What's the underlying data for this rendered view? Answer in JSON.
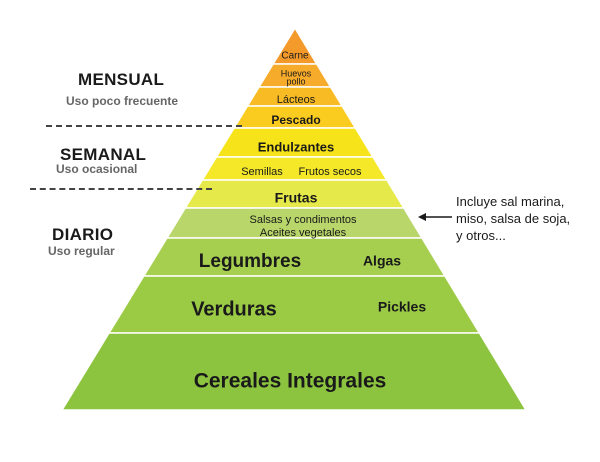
{
  "frequency": {
    "monthly": {
      "title": "MENSUAL",
      "subtitle": "Uso poco frecuente"
    },
    "weekly": {
      "title": "SEMANAL",
      "subtitle": "Uso ocasional"
    },
    "daily": {
      "title": "DIARIO",
      "subtitle": "Uso regular"
    }
  },
  "note": {
    "lines": [
      "Incluye sal marina,",
      "miso, salsa de soja,",
      "y otros..."
    ]
  },
  "tiers": [
    {
      "id": "carne",
      "color": "#f39a2b",
      "labels": [
        "Carne"
      ]
    },
    {
      "id": "huevos",
      "color": "#f6ab2a",
      "labels": [
        "Huevos",
        "pollo"
      ]
    },
    {
      "id": "lacteos",
      "color": "#f8bb24",
      "labels": [
        "Lácteos"
      ]
    },
    {
      "id": "pescado",
      "color": "#fbcc20",
      "labels": [
        "Pescado"
      ]
    },
    {
      "id": "endulzantes",
      "color": "#f7e31a",
      "labels": [
        "Endulzantes"
      ]
    },
    {
      "id": "semillas",
      "color": "#f4e829",
      "labels": [
        "Semillas",
        "Frutos secos"
      ]
    },
    {
      "id": "frutas",
      "color": "#e6e94a",
      "labels": [
        "Frutas"
      ]
    },
    {
      "id": "salsas",
      "color": "#b8d66a",
      "labels": [
        "Salsas y condimentos",
        "Aceites vegetales"
      ]
    },
    {
      "id": "legumbres",
      "color": "#a6cf50",
      "labels": [
        "Legumbres",
        "Algas"
      ]
    },
    {
      "id": "verduras",
      "color": "#9bcb45",
      "labels": [
        "Verduras",
        "Pickles"
      ]
    },
    {
      "id": "cereales",
      "color": "#8cc43f",
      "labels": [
        "Cereales Integrales"
      ]
    }
  ]
}
